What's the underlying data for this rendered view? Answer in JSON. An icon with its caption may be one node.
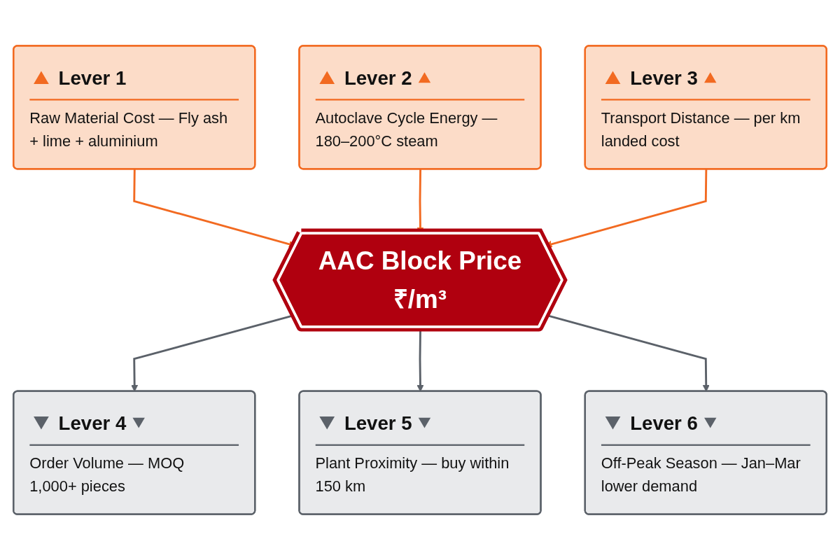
{
  "diagram": {
    "nodes": [
      {
        "text": [
          "Lever 1",
          "Raw Material Cost — Fly ash + lime + aluminium"
        ]
      },
      {
        "text": [
          "Lever 2",
          "Autoclave Cycle Energy — 180–200°C steam"
        ]
      },
      {
        "text": [
          "Lever 3",
          "Transport Distance — per km landed cost"
        ]
      },
      {
        "text": [
          "AAC Block Price",
          "₹/m³"
        ]
      },
      {
        "text": [
          "Lever 4",
          "Order Volume — MOQ 1,000+ pieces"
        ]
      },
      {
        "text": [
          "Lever 5",
          "Plant Proximity — buy within 150 km"
        ]
      },
      {
        "text": [
          "Lever 6",
          "Off-Peak Season — Jan–Mar lower demand"
        ]
      }
    ],
    "edges": [
      {
        "from": 0,
        "to": 3,
        "arrow": "to",
        "color": "#f26a21"
      },
      {
        "from": 1,
        "to": 3,
        "arrow": "to",
        "color": "#f26a21"
      },
      {
        "from": 2,
        "to": 3,
        "arrow": "to",
        "color": "#f26a21"
      },
      {
        "from": 3,
        "to": 4,
        "arrow": "to",
        "color": "#5b6169"
      },
      {
        "from": 3,
        "to": 5,
        "arrow": "to",
        "color": "#5b6169"
      },
      {
        "from": 3,
        "to": 6,
        "arrow": "to",
        "color": "#5b6169"
      }
    ]
  }
}
